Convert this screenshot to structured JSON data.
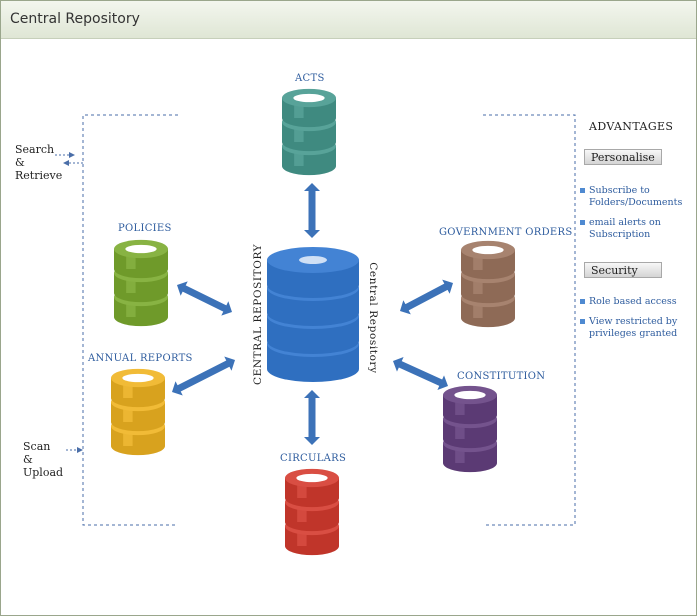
{
  "header": {
    "title": "Central Repository"
  },
  "left_actions": {
    "search": "Search\n&\nRetrieve",
    "scan": "Scan\n&\nUpload"
  },
  "center": {
    "label_left": "CENTRAL REPOSITORY",
    "label_right": "Central Repository"
  },
  "nodes": {
    "acts": "ACTS",
    "policies": "POLICIES",
    "annual_reports": "ANNUAL REPORTS",
    "circulars": "CIRCULARS",
    "government_orders": "GOVERNMENT ORDERS",
    "constitution": "CONSTITUTION"
  },
  "advantages": {
    "title": "ADVANTAGES",
    "personalise_button": "Personalise",
    "personalise_items": [
      "Subscribe to Folders/Documents",
      "email alerts on Subscription"
    ],
    "security_button": "Security",
    "security_items": [
      "Role based access",
      "View restricted by privileges granted"
    ]
  },
  "colors": {
    "acts": "#3f8a80",
    "policies": "#6f9a2a",
    "annual_reports": "#d8a21e",
    "circulars": "#c0352a",
    "government_orders": "#8e6a56",
    "constitution": "#5b3a74",
    "center": "#2f6fc0",
    "arrow": "#3c72b8"
  }
}
